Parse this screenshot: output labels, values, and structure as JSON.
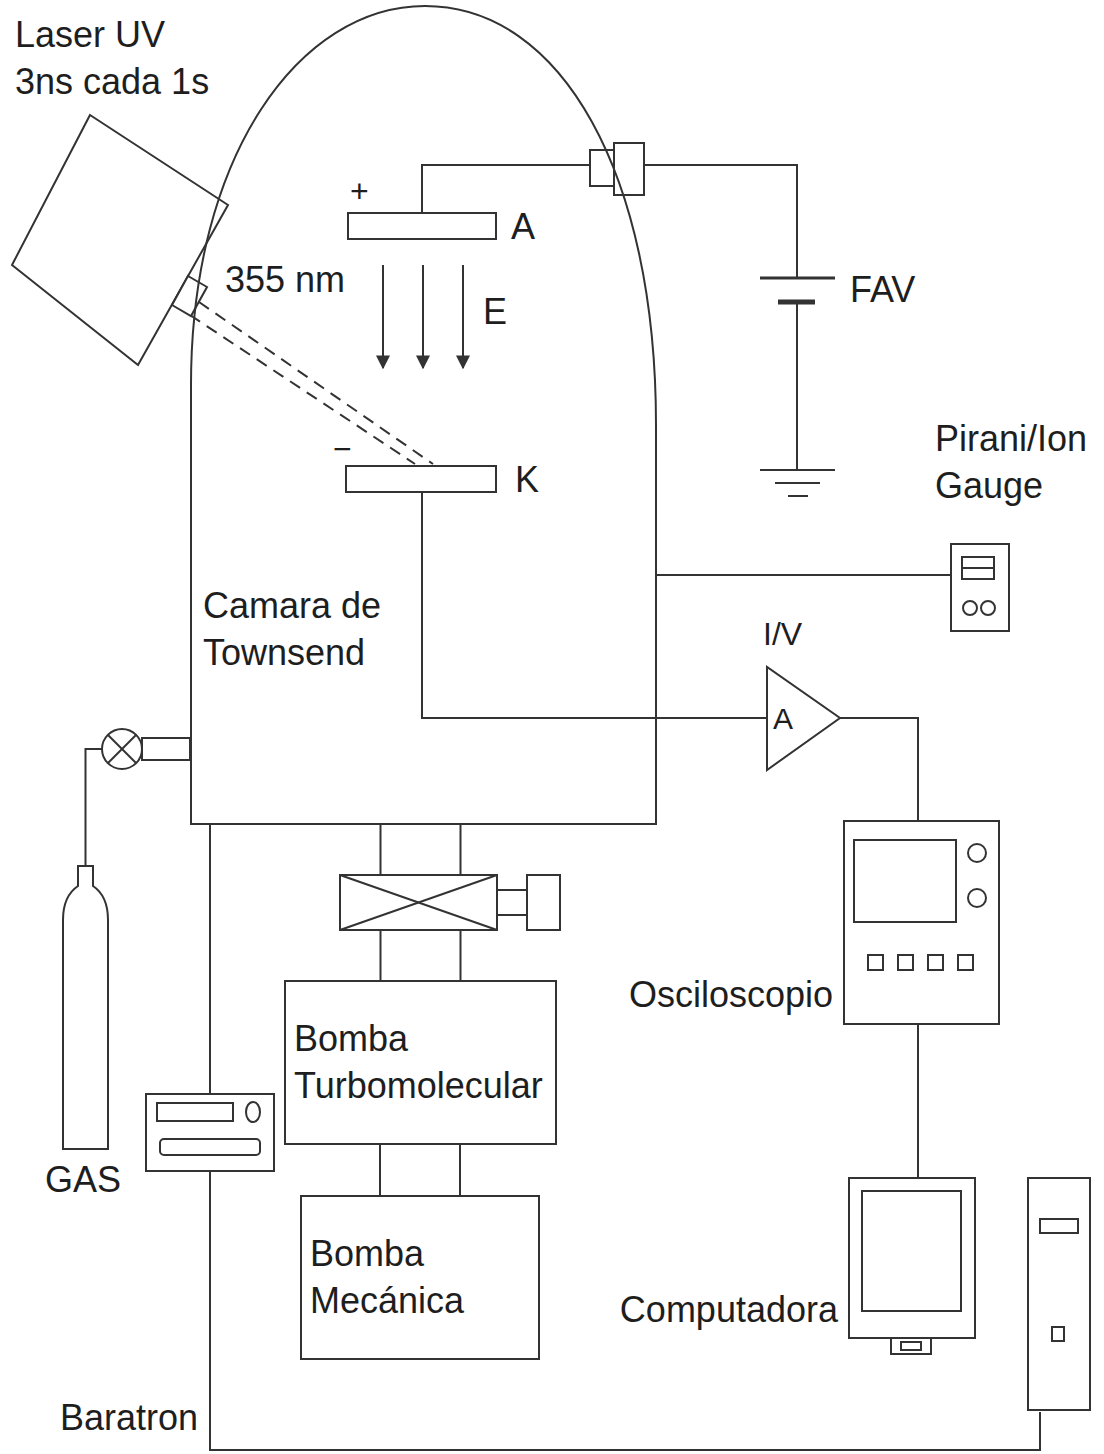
{
  "diagram": {
    "nodes": [
      {
        "text": [
          "Laser UV 3ns cada 1s"
        ]
      },
      {
        "text": [
          "Camara de Townsend"
        ]
      },
      {
        "text": [
          "A"
        ],
        "in": 1
      },
      {
        "text": [
          "K"
        ],
        "in": 1
      },
      {
        "text": [
          "Pirani/Ion Gauge"
        ]
      },
      {
        "text": [
          "I/V",
          "A"
        ]
      },
      {
        "text": [
          "GAS"
        ]
      },
      {
        "text": [
          "Osciloscopio"
        ]
      },
      {
        "text": [
          "Bomba Turbomolecular"
        ]
      },
      {
        "text": [
          "Baratron"
        ]
      },
      {
        "text": [
          "Bomba Mecánica"
        ]
      },
      {
        "text": [
          "Computadora"
        ]
      }
    ],
    "edges": [
      {
        "from": 0,
        "to": 3,
        "arrow": "none"
      },
      {
        "from": 1,
        "to": 4,
        "arrow": "none"
      },
      {
        "from": 3,
        "to": 5,
        "arrow": "none"
      },
      {
        "from": 5,
        "to": 7,
        "arrow": "none"
      },
      {
        "from": 7,
        "to": 11,
        "arrow": "none"
      },
      {
        "from": 6,
        "to": 1,
        "arrow": "none"
      },
      {
        "from": 1,
        "to": 8,
        "arrow": "none"
      },
      {
        "from": 8,
        "to": 10,
        "arrow": "none"
      },
      {
        "from": 9,
        "to": 1,
        "arrow": "none"
      },
      {
        "from": 9,
        "to": 11,
        "arrow": "none"
      }
    ],
    "labels": [
      "+",
      "355 nm",
      "E",
      "−",
      "FAV"
    ]
  }
}
